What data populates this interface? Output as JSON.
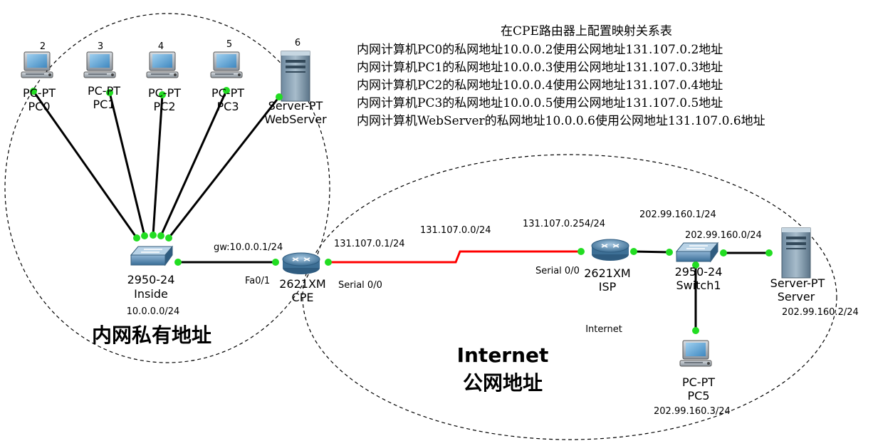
{
  "mapping": {
    "title": "在CPE路由器上配置映射关系表",
    "lines": [
      "内网计算机PC0的私网地址10.0.0.2使用公网地址131.107.0.2地址",
      "内网计算机PC1的私网地址10.0.0.3使用公网地址131.107.0.3地址",
      "内网计算机PC2的私网地址10.0.0.4使用公网地址131.107.0.4地址",
      "内网计算机PC3的私网地址10.0.0.5使用公网地址131.107.0.5地址",
      "内网计算机WebServer的私网地址10.0.0.6使用公网地址131.107.0.6地址"
    ]
  },
  "zones": {
    "private_label": "内网私有地址",
    "internet_title": "Internet",
    "public_label": "公网地址",
    "internet_small": "Internet"
  },
  "devices": {
    "pc0": {
      "num": "2",
      "type": "PC-PT",
      "name": "PC0"
    },
    "pc1": {
      "num": "3",
      "type": "PC-PT",
      "name": "PC1"
    },
    "pc2": {
      "num": "4",
      "type": "PC-PT",
      "name": "PC2"
    },
    "pc3": {
      "num": "5",
      "type": "PC-PT",
      "name": "PC3"
    },
    "webserver": {
      "num": "6",
      "type": "Server-PT",
      "name": "WebServer"
    },
    "inside": {
      "type": "2950-24",
      "name": "Inside"
    },
    "cpe": {
      "type": "2621XM",
      "name": "CPE"
    },
    "isp": {
      "type": "2621XM",
      "name": "ISP"
    },
    "switch1": {
      "type": "2950-24",
      "name": "Switch1"
    },
    "server": {
      "type": "Server-PT",
      "name": "Server"
    },
    "pc5": {
      "type": "PC-PT",
      "name": "PC5"
    }
  },
  "addresses": {
    "inside_net": "10.0.0.0/24",
    "gateway": "gw:10.0.0.1/24",
    "cpe_fa": "Fa0/1",
    "cpe_serial": "Serial 0/0",
    "cpe_ip": "131.107.0.1/24",
    "wan_net": "131.107.0.0/24",
    "isp_ip": "131.107.0.254/24",
    "isp_serial": "Serial 0/0",
    "isp_lan_ip": "202.99.160.1/24",
    "lan_net": "202.99.160.0/24",
    "server_ip": "202.99.160.2/24",
    "pc5_ip": "202.99.160.3/24"
  },
  "colors": {
    "serial_link": "#ff0000",
    "ethernet_link": "#000000",
    "link_up": "#22dd22"
  }
}
